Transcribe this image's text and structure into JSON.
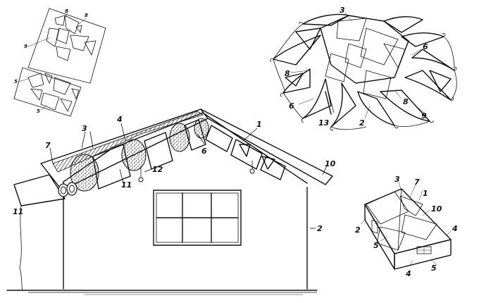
{
  "colors": {
    "ink": "#111111",
    "paper": "#ffffff"
  },
  "labels": {
    "main": {
      "l1": "1",
      "l2": "2",
      "l3": "3",
      "l4": "4",
      "l6": "6",
      "l7": "7",
      "l10": "10",
      "l11a": "11",
      "l11b": "11",
      "l12": "12"
    },
    "canopy": {
      "l2": "2",
      "l3": "3",
      "l6a": "6",
      "l6b": "6",
      "l8a": "8",
      "l8b": "8",
      "l9": "9",
      "l13": "13"
    },
    "box": {
      "l1": "1",
      "l2": "2",
      "l3": "3",
      "l4a": "4",
      "l4b": "4",
      "l5a": "5",
      "l5b": "5",
      "l7": "7",
      "l10": "10"
    },
    "pattern": {
      "l5a": "5",
      "l5b": "5",
      "l8a": "8",
      "l8b": "8",
      "l9": "9"
    }
  }
}
